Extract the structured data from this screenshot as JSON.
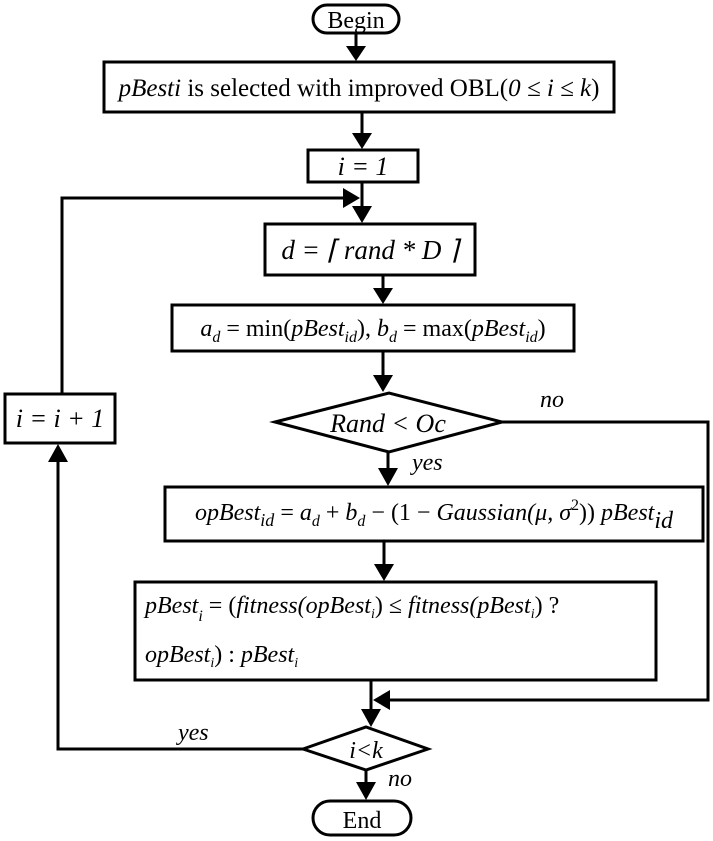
{
  "flowchart": {
    "start": {
      "label": "Begin"
    },
    "end": {
      "label": "End"
    },
    "steps": {
      "select": {
        "var": "pBesti",
        "text": " is selected with improved OBL(",
        "range": "0 ≤ i ≤ k",
        "close": ")"
      },
      "init": {
        "text": "i = 1"
      },
      "pick_dim": {
        "text": "d = ⌈ rand * D ⌉"
      },
      "bounds": {
        "a": "a",
        "a_sub": "d",
        "eq_min": " = min(",
        "pbest": "pBest",
        "pbest_sub": "id",
        "sep": "), ",
        "b": "b",
        "b_sub": "d",
        "eq_max": " = max(",
        "close": ")"
      },
      "opposite": {
        "lhs": "opBest",
        "lhs_sub": "id",
        "eq": " = ",
        "a": "a",
        "a_sub": "d",
        "plus": " + ",
        "b": "b",
        "b_sub": "d",
        "minus": " − (1 − ",
        "gauss": "Gaussian",
        "args": "(μ, σ",
        "sup": "2",
        "args_close": "))",
        "pbest": "pBest",
        "pbest_sub": "id"
      },
      "update": {
        "line1": {
          "lhs": "pBest",
          "lhs_sub": "i",
          "eq": " = (",
          "fit1": "fitness(opBest",
          "fit1_sub": "i",
          "le": ") ≤ ",
          "fit2": "fitness(pBest",
          "fit2_sub": "i",
          "q": ") ?"
        },
        "line2": {
          "op": "opBest",
          "op_sub": "i",
          "colon": ") : ",
          "pb": "pBest",
          "pb_sub": "i"
        }
      },
      "increment": {
        "text": "i = i + 1"
      }
    },
    "decisions": {
      "oc_check": {
        "text": "Rand < Oc",
        "yes": "yes",
        "no": "no"
      },
      "loop_check": {
        "text": "i<k",
        "yes": "yes",
        "no": "no"
      }
    }
  }
}
